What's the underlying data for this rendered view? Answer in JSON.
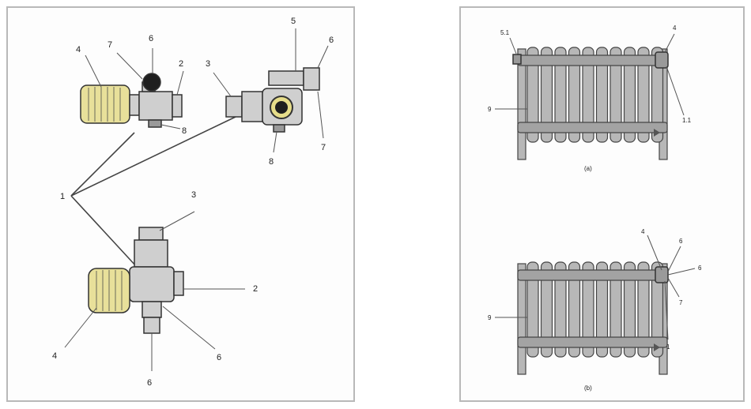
{
  "left_figure": {
    "labels": {
      "top_left_4": "4",
      "top_left_7": "7",
      "top_left_6": "6",
      "top_left_2": "2",
      "top_left_8": "8",
      "top_right_3": "3",
      "top_right_5": "5",
      "top_right_6": "6",
      "top_right_8": "8",
      "top_right_7": "7",
      "center_1": "1",
      "bottom_3": "3",
      "bottom_2": "2",
      "bottom_4": "4",
      "bottom_6a": "6",
      "bottom_6b": "6"
    }
  },
  "right_figure": {
    "top": {
      "label_51": "5.1",
      "label_4": "4",
      "label_9": "9",
      "label_11": "1.1",
      "caption": "(a)"
    },
    "bottom": {
      "label_4": "4",
      "label_6a": "6",
      "label_6b": "6",
      "label_9": "9",
      "label_7": "7",
      "label_1": "1",
      "caption": "(b)"
    }
  }
}
